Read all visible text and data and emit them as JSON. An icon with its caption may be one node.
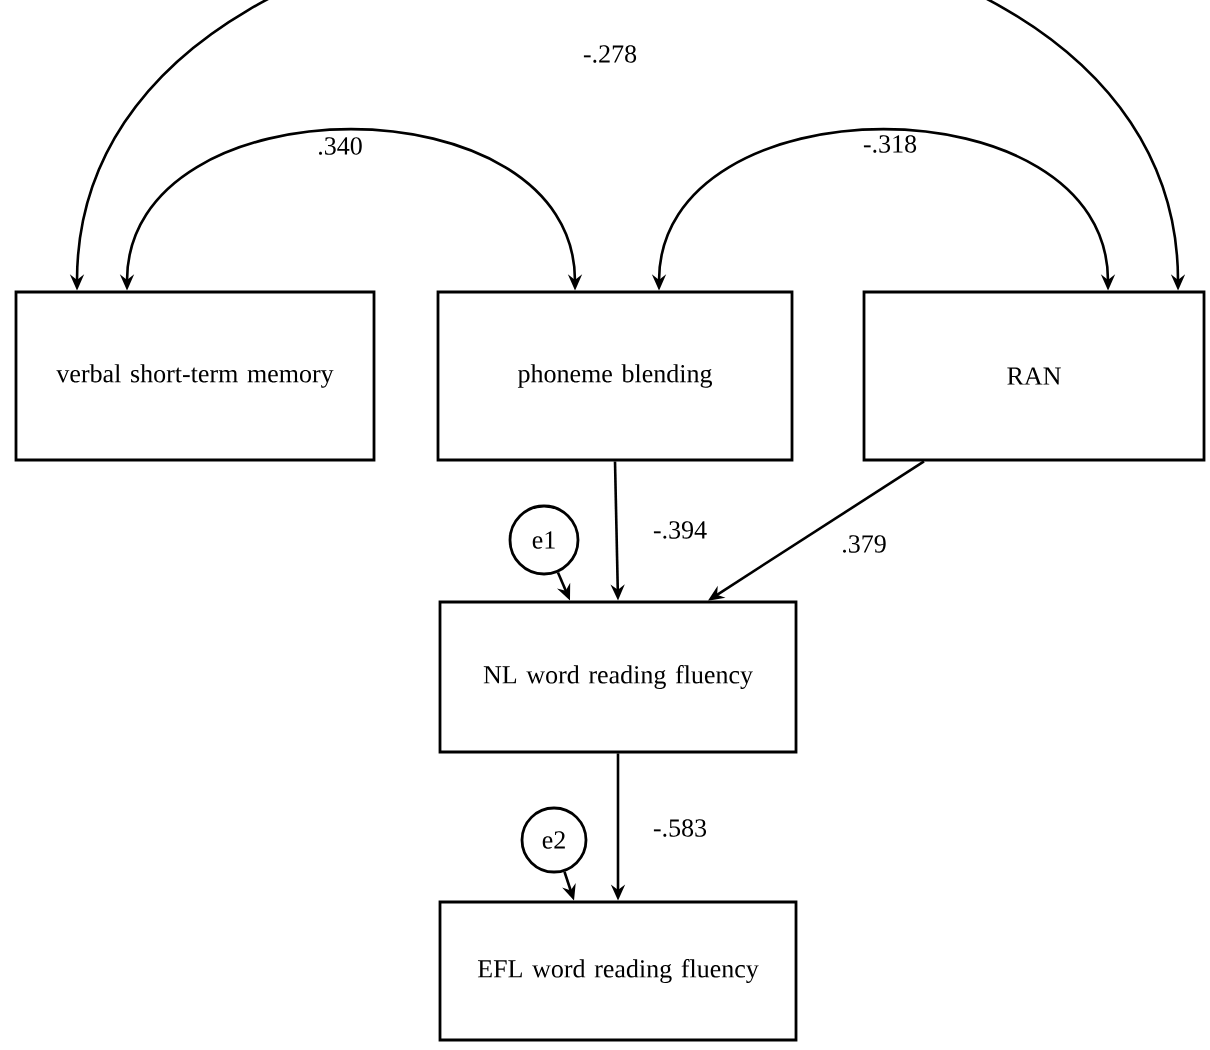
{
  "diagram": {
    "nodes": [
      {
        "text": [
          "verbal short-term memory"
        ]
      },
      {
        "text": [
          "phoneme blending"
        ]
      },
      {
        "text": [
          "RAN"
        ]
      },
      {
        "text": [
          "NL word reading fluency"
        ]
      },
      {
        "text": [
          "EFL word reading fluency"
        ]
      },
      {
        "text": [
          "e1"
        ]
      },
      {
        "text": [
          "e2"
        ]
      }
    ],
    "edges": [
      {
        "from": 0,
        "to": 1,
        "arrow": "both",
        "label": ".340"
      },
      {
        "from": 1,
        "to": 2,
        "arrow": "both",
        "label": "-.318"
      },
      {
        "from": 0,
        "to": 2,
        "arrow": "both",
        "label": "-.278"
      },
      {
        "from": 1,
        "to": 3,
        "arrow": "to",
        "label": "-.394"
      },
      {
        "from": 2,
        "to": 3,
        "arrow": "to",
        "label": ".379"
      },
      {
        "from": 5,
        "to": 3,
        "arrow": "to"
      },
      {
        "from": 3,
        "to": 4,
        "arrow": "to",
        "label": "-.583"
      },
      {
        "from": 6,
        "to": 4,
        "arrow": "to"
      }
    ]
  }
}
